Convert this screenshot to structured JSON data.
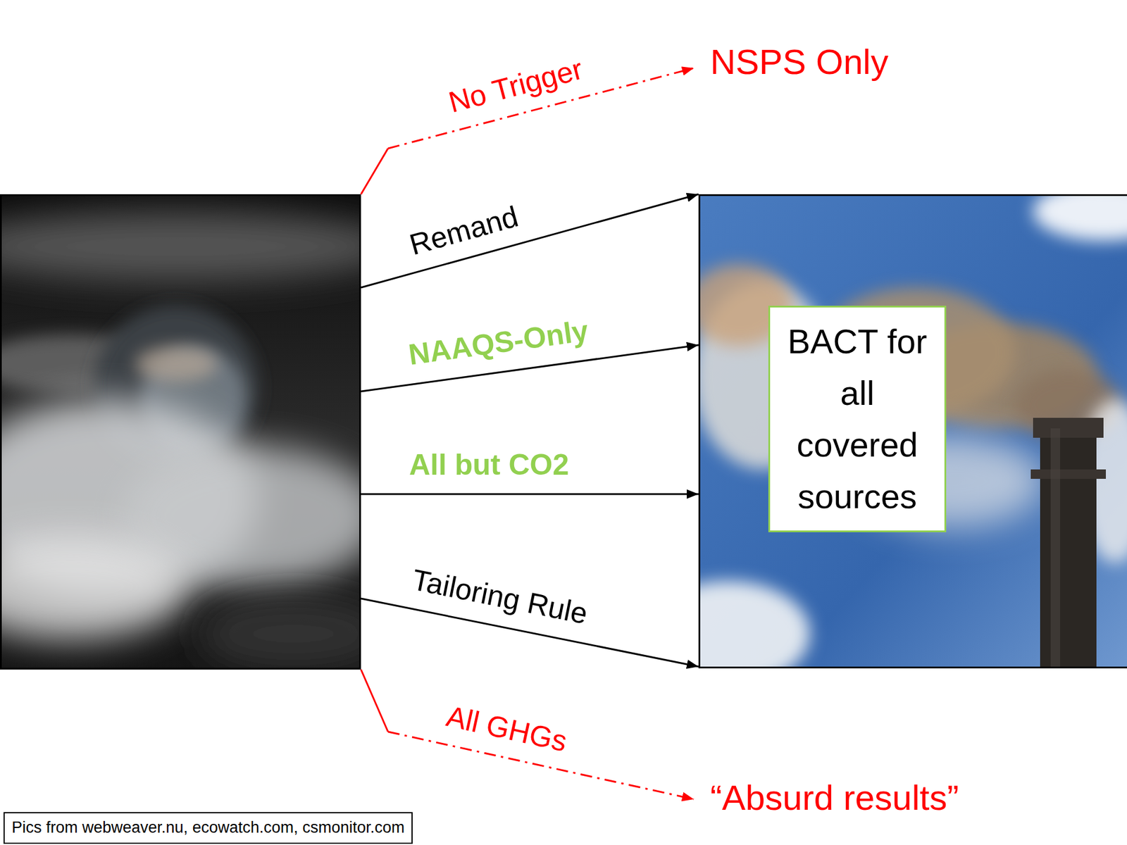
{
  "diagram": {
    "nodes": [
      {
        "text": [
          "BACT for all covered sources"
        ]
      },
      {
        "text": [
          "Pics from webweaver.nu, ecowatch.com, csmonitor.com"
        ]
      }
    ],
    "labels": [
      "No Trigger",
      "NSPS Only",
      "Remand",
      "NAAQS-Only",
      "All but CO2",
      "Tailoring Rule",
      "All GHGs",
      "“Absurd results”"
    ]
  }
}
